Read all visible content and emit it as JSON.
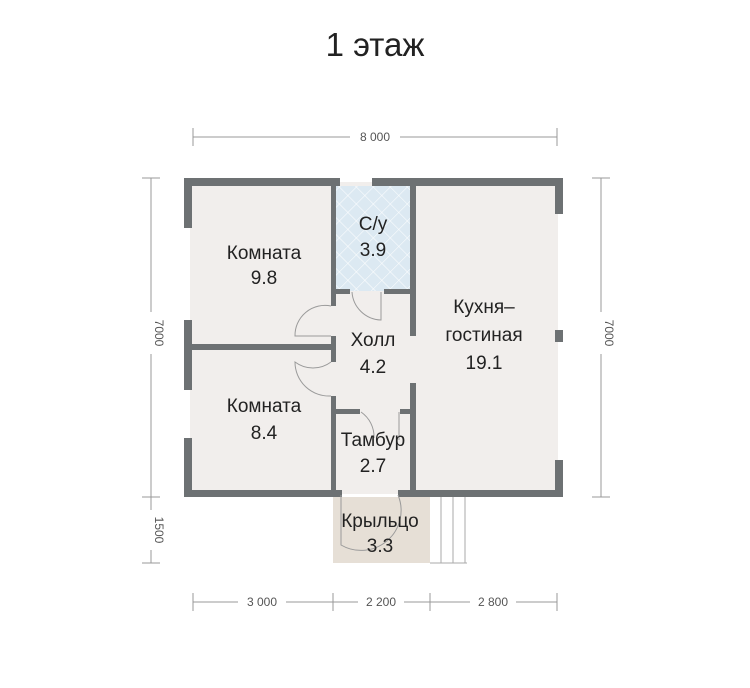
{
  "title": "1 этаж",
  "dimensions": {
    "top": "8 000",
    "left": "7000",
    "right": "7000",
    "porch_left": "1500",
    "bottom": [
      "3 000",
      "2 200",
      "2 800"
    ]
  },
  "rooms": [
    {
      "name": "Комната",
      "area": "9.8"
    },
    {
      "name": "С/у",
      "area": "3.9"
    },
    {
      "name": "Кухня–",
      "name2": "гостиная",
      "area": "19.1"
    },
    {
      "name": "Холл",
      "area": "4.2"
    },
    {
      "name": "Комната",
      "area": "8.4"
    },
    {
      "name": "Тамбур",
      "area": "2.7"
    },
    {
      "name": "Крыльцо",
      "area": "3.3"
    }
  ],
  "colors": {
    "wall": "#6d7173",
    "room": "#f1eeec",
    "bath": "#dce9f2",
    "porch": "#e6dfd6"
  }
}
